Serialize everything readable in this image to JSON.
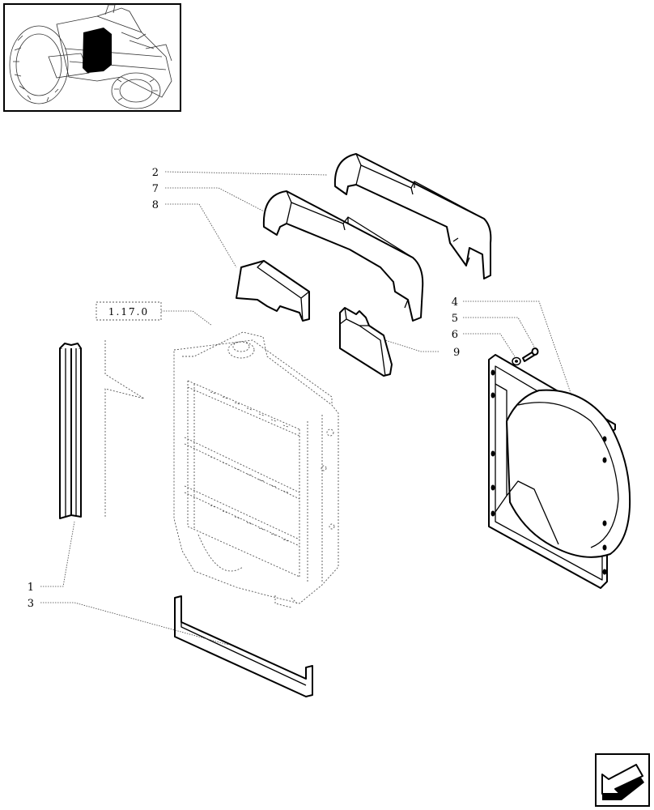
{
  "reference_label": "1.17.0",
  "callouts": {
    "c1": "1",
    "c2": "2",
    "c3": "3",
    "c4": "4",
    "c5": "5",
    "c6": "6",
    "c7": "7",
    "c8": "8",
    "c9": "9"
  },
  "thumbnail": {
    "icon": "tractor-location-thumbnail"
  },
  "navigation": {
    "icon": "next-page-arrow-icon"
  }
}
